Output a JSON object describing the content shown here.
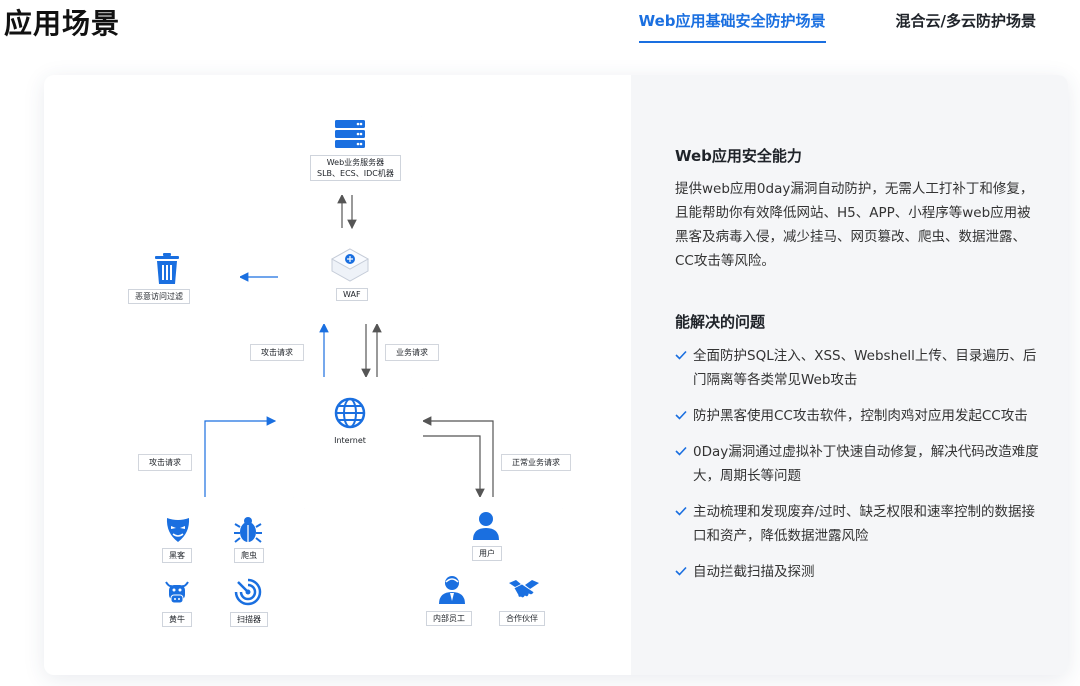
{
  "header": {
    "title": "应用场景",
    "tabs": [
      {
        "label": "Web应用基础安全防护场景",
        "active": true
      },
      {
        "label": "混合云/多云防护场景",
        "active": false
      }
    ]
  },
  "diagram": {
    "server": {
      "label_line1": "Web业务服务器",
      "label_line2": "SLB、ECS、IDC机器"
    },
    "filter": {
      "label": "恶意访问过滤"
    },
    "waf": {
      "label": "WAF"
    },
    "internet": {
      "label": "Internet"
    },
    "attackers": {
      "hacker": "黑客",
      "crawler": "爬虫",
      "scalper": "黄牛",
      "scanner": "扫描器"
    },
    "users": {
      "user": "用户",
      "staff": "内部员工",
      "partner": "合作伙伴"
    },
    "edges": {
      "attack_request_upper": "攻击请求",
      "business_request": "业务请求",
      "attack_request_lower": "攻击请求",
      "normal_request": "正常业务请求"
    },
    "colors": {
      "accent": "#1a6fe0",
      "arrow_gray": "#555555"
    }
  },
  "panel": {
    "capability_title": "Web应用安全能力",
    "capability_desc": "提供web应用0day漏洞自动防护，无需人工打补丁和修复，且能帮助你有效降低网站、H5、APP、小程序等web应用被黑客及病毒入侵，减少挂马、网页篡改、爬虫、数据泄露、CC攻击等风险。",
    "problems_title": "能解决的问题",
    "problems": [
      "全面防护SQL注入、XSS、Webshell上传、目录遍历、后门隔离等各类常见Web攻击",
      "防护黑客使用CC攻击软件，控制肉鸡对应用发起CC攻击",
      "0Day漏洞通过虚拟补丁快速自动修复，解决代码改造难度大，周期长等问题",
      "主动梳理和发现废弃/过时、缺乏权限和速率控制的数据接口和资产，降低数据泄露风险",
      "自动拦截扫描及探测"
    ]
  }
}
